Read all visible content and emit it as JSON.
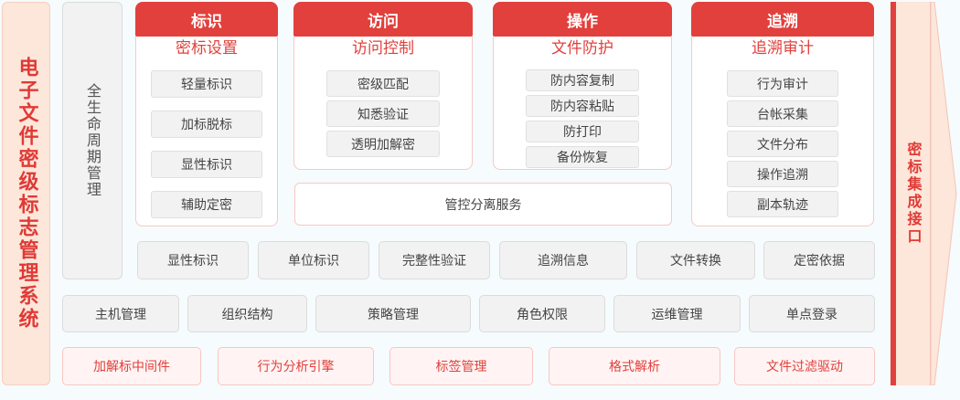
{
  "system_title": "电子文件密级标志管理系统",
  "lifecycle": {
    "label": "全生命周期管理"
  },
  "columns": [
    {
      "header": "标识",
      "subtitle": "密标设置",
      "items": [
        "轻量标识",
        "加标脱标",
        "显性标识",
        "辅助定密"
      ]
    },
    {
      "header": "访问",
      "subtitle": "访问控制",
      "items": [
        "密级匹配",
        "知悉验证",
        "透明加解密"
      ]
    },
    {
      "header": "操作",
      "subtitle": "文件防护",
      "items": [
        "防内容复制",
        "防内容粘贴",
        "防打印",
        "备份恢复"
      ]
    },
    {
      "header": "追溯",
      "subtitle": "追溯审计",
      "items": [
        "行为审计",
        "台帐采集",
        "文件分布",
        "操作追溯",
        "副本轨迹"
      ]
    }
  ],
  "shared_service": "管控分离服务",
  "row1": [
    "显性标识",
    "单位标识",
    "完整性验证",
    "追溯信息",
    "文件转换",
    "定密依据"
  ],
  "row2": [
    "主机管理",
    "组织结构",
    "策略管理",
    "角色权限",
    "运维管理",
    "单点登录"
  ],
  "row3": [
    "加解标中间件",
    "行为分析引擎",
    "标签管理",
    "格式解析",
    "文件过滤驱动"
  ],
  "integration": {
    "label": "密标集成接口"
  },
  "colors": {
    "accent_red": "#e2403c",
    "peach": "#fde6da",
    "chip_gray": "#f2f2f2",
    "pink_box": "#fff4f3",
    "background": "#f6fbfd"
  }
}
